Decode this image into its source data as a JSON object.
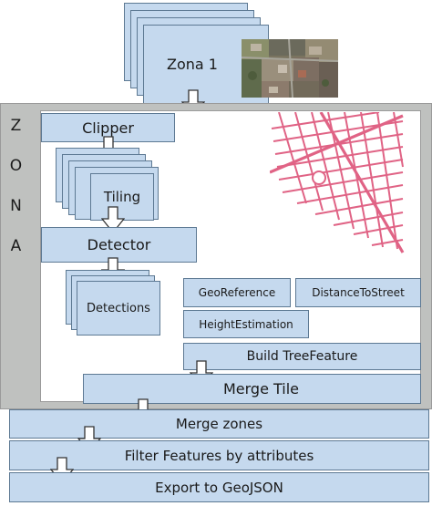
{
  "zone_side_letters": [
    "Z",
    "O",
    "N",
    "A"
  ],
  "nodes": {
    "zona1": "Zona 1",
    "clipper": "Clipper",
    "tiling": "Tiling",
    "detector": "Detector",
    "detections": "Detections",
    "georeference": "GeoReference",
    "distance_to_street": "DistanceToStreet",
    "height_estimation": "HeightEstimation",
    "build_tree_feature": "Build TreeFeature",
    "merge_tile": "Merge Tile",
    "merge_zones": "Merge zones",
    "filter_features": "Filter Features by attributes",
    "export_geojson": "Export to GeoJSON"
  },
  "colors": {
    "box_fill": "#c5d9ee",
    "box_border": "#5d7993",
    "zone_frame": "#bfc1bf",
    "street_map": "#e06385"
  }
}
